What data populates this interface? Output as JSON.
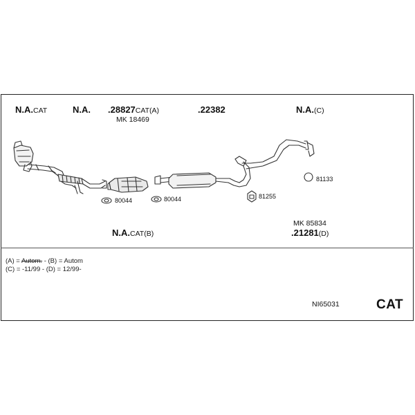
{
  "labels": {
    "na_cat": {
      "main": "N.A.",
      "suffix": "CAT"
    },
    "na_1": {
      "main": "N.A."
    },
    "p28827": {
      "main": "28827",
      "suffix": "CAT(A)"
    },
    "mk18469": "MK 18469",
    "p22382": "22382",
    "na_c": {
      "main": "N.A.",
      "suffix": "(C)"
    },
    "na_catb": {
      "main": "N.A.",
      "suffix": "CAT(B)"
    },
    "mk85834": "MK 85834",
    "p21281": {
      "main": "21281",
      "suffix": "(D)"
    }
  },
  "parts": {
    "p80044_a": "80044",
    "p80044_b": "80044",
    "p81255": "81255",
    "p81133": "81133"
  },
  "notes": {
    "line1_a": "(A) = ",
    "line1_strike": "Autom.",
    "line1_b": " - (B) = Autom",
    "line2": "(C) = -11/99 - (D) = 12/99-"
  },
  "footer": {
    "code": "NI65031",
    "cat": "CAT"
  }
}
